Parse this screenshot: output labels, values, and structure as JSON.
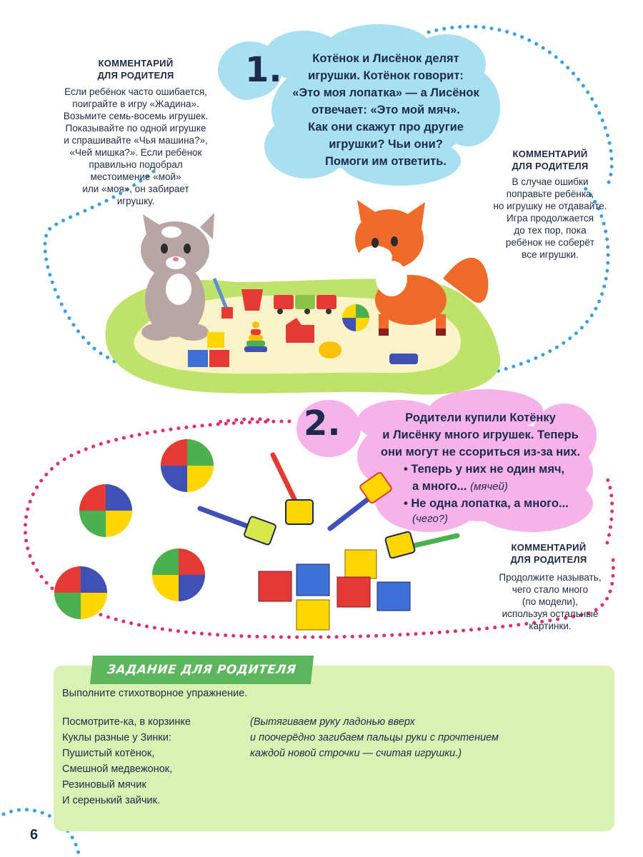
{
  "section1": {
    "number": "1.",
    "bubble_text": "Котёнок и Лисёнок делят\nигрушки. Котёнок говорит:\n«Это моя лопатка» — а Лисёнок\nотвечает: «Это мой мяч».\nКак они скажут про другие\nигрушки? Чьи они?\nПомоги им ответить.",
    "comment_left_title": "КОММЕНТАРИЙ\nДЛЯ РОДИТЕЛЯ",
    "comment_left_text": "Если ребёнок часто ошибается,\nпоиграйте в игру «Жадина».\nВозьмите семь-восемь игрушек.\nПоказывайте по одной игрушке\nи спрашивайте «Чья машина?»,\n«Чей мишка?». Если ребёнок\nправильно подобрал\nместоимение «мой»\nили «моя», он забирает\nигрушку.",
    "comment_right_title": "КОММЕНТАРИЙ\nДЛЯ РОДИТЕЛЯ",
    "comment_right_text": "В случае ошибки\nпоправьте ребёнка,\nно игрушку не отдавайте.\nИгра продолжается\nдо тех пор, пока\nребёнок не соберёт\nвсе игрушки."
  },
  "section2": {
    "number": "2.",
    "bubble_text": "Родители купили Котёнку\nи Лисёнку много игрушек. Теперь\nони могут не ссориться из-за них.",
    "bullet1": "• Теперь у них не один мяч,",
    "bullet1_cont": "а много...",
    "bullet1_hint": "(мячей)",
    "bullet2": "• Не одна лопатка, а много...",
    "bullet2_hint": "(чего?)",
    "comment_title": "КОММЕНТАРИЙ\nДЛЯ РОДИТЕЛЯ",
    "comment_text": "Продолжите называть,\nчего стало много\n(по модели),\nиспользуя остальные\nкартинки."
  },
  "task": {
    "label": "ЗАДАНИЕ ДЛЯ РОДИТЕЛЯ",
    "intro": "Выполните стихотворное упражнение.",
    "poem": [
      "Посмотрите-ка, в корзинке",
      "Куклы разные у Зинки:",
      "Пушистый котёнок,",
      "Смешной медвежонок,",
      "Резиновый мячик",
      "И серенький зайчик."
    ],
    "instructions": [
      "(Вытягиваем руку ладонью вверх",
      "и поочерёдно загибаем пальцы руки с прочтением",
      "каждой новой строчки — считая игрушки.)"
    ]
  },
  "page_number": "6",
  "colors": {
    "blue_bubble": "#a8e0f2",
    "pink_bubble": "#f6b3ea",
    "task_bg": "#d9f2b4",
    "label_green": "#5cb65c",
    "dots_blue": "#3aa0e0",
    "dots_pink": "#e0306a"
  }
}
